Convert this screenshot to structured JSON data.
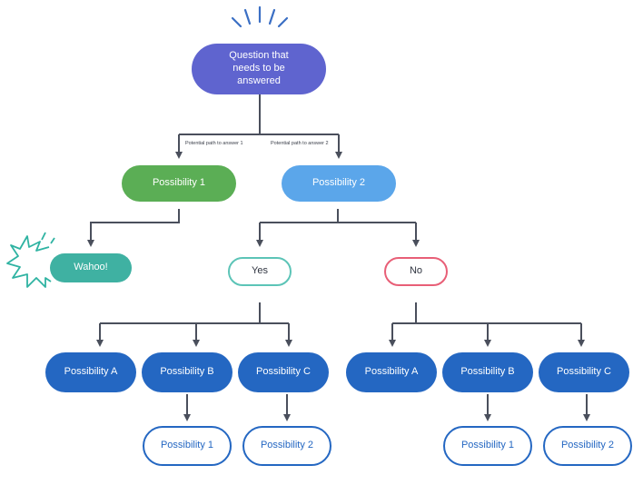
{
  "colors": {
    "root": "#5F64CF",
    "green": "#5BAE55",
    "light_blue": "#5BA6EA",
    "teal": "#3FB1A2",
    "teal_outline": "#5CC4B7",
    "pink_outline": "#E85F77",
    "dark_blue": "#2467C2",
    "outline_blue": "#2467C2",
    "connector": "#4A4F5C"
  },
  "nodes": {
    "root": "Question that needs to be answered",
    "possibility_1": "Possibility 1",
    "possibility_2": "Possibility 2",
    "wahoo": "Wahoo!",
    "yes": "Yes",
    "no": "No",
    "yes_branch": {
      "a": "Possibility A",
      "b": "Possibility B",
      "c": "Possibility C",
      "b_child": "Possibility 1",
      "c_child": "Possibility 2"
    },
    "no_branch": {
      "a": "Possibility A",
      "b": "Possibility B",
      "c": "Possibility C",
      "b_child": "Possibility 1",
      "c_child": "Possibility 2"
    }
  },
  "edge_labels": {
    "path_1": "Potential path to answer 1",
    "path_2": "Potential path to answer 2"
  },
  "decorations": {
    "burst_icon": "sparkle-rays-icon",
    "splash_icon": "starburst-icon"
  }
}
